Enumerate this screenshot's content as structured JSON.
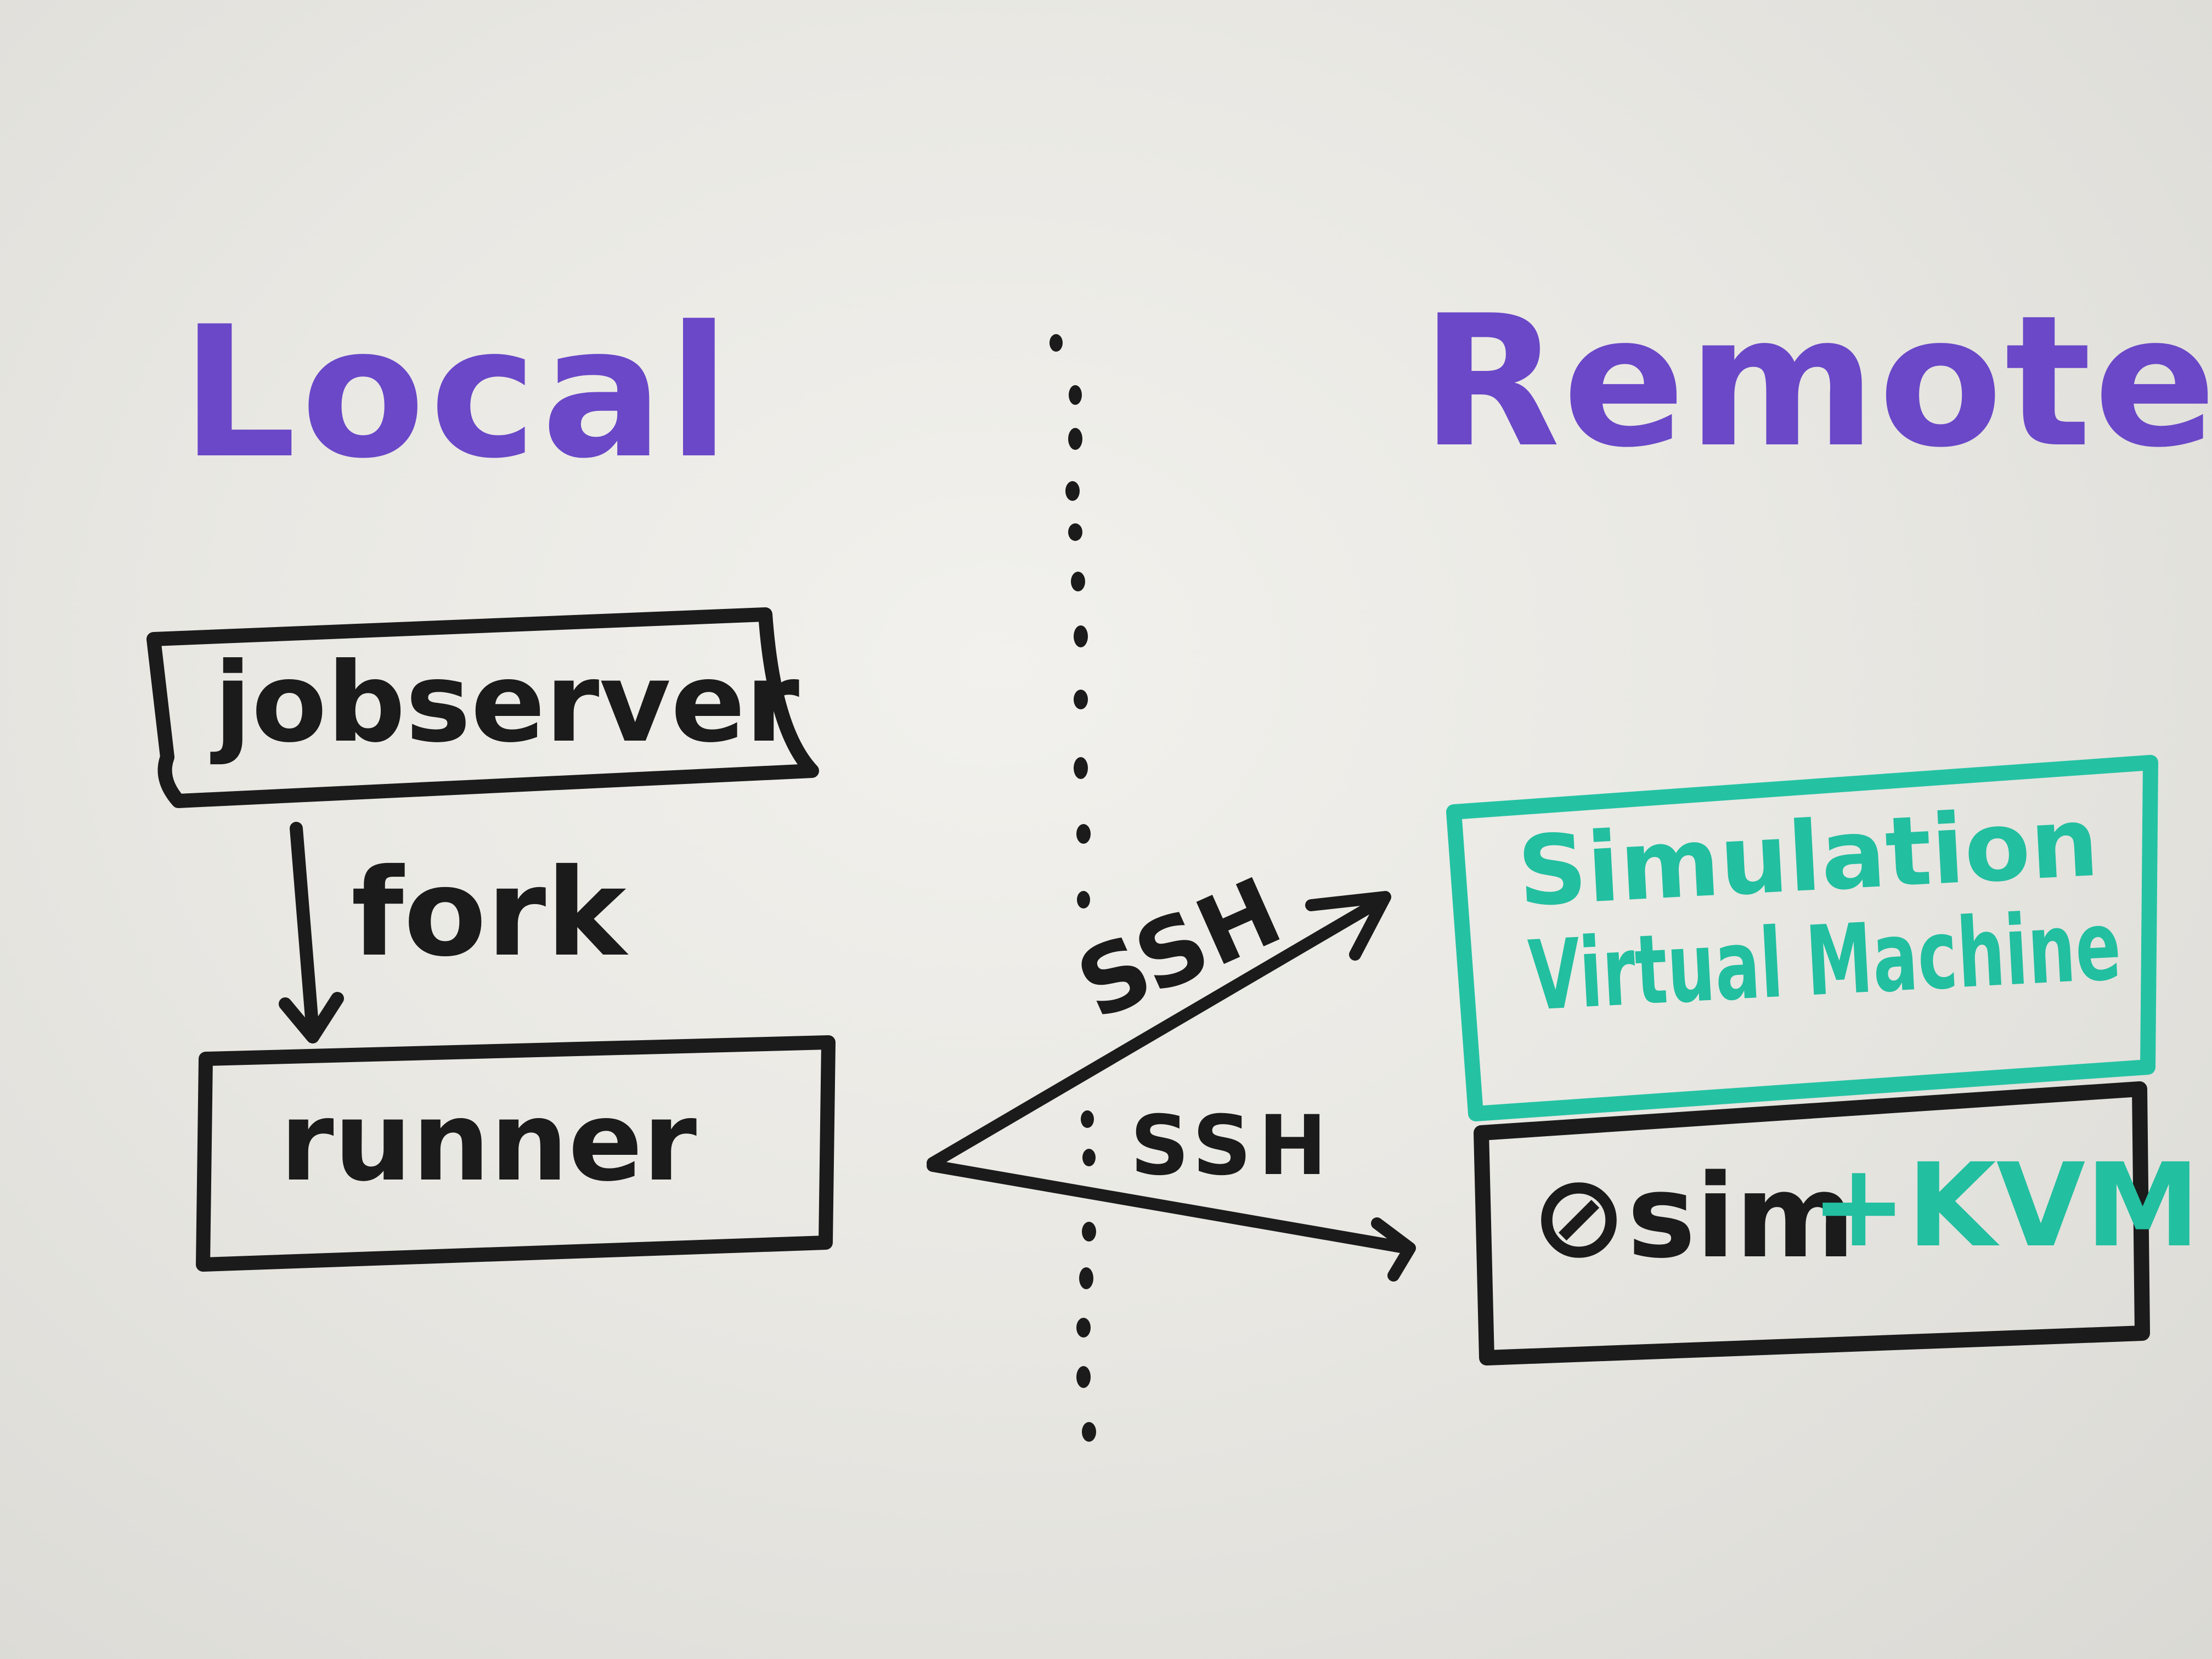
{
  "sections": {
    "local": "Local",
    "remote": "Remote"
  },
  "nodes": {
    "jobserver": "jobserver",
    "runner": "runner",
    "vm_line1": "Simulation",
    "vm_line2": "Virtual Machine",
    "osim": "⊘sim",
    "kvm": "+KVM"
  },
  "edges": {
    "fork": "fork",
    "ssh_upper": "SSH",
    "ssh_lower": "SSH"
  },
  "colors": {
    "marker_purple": "#6a48c8",
    "marker_black": "#1b1b1b",
    "marker_teal": "#22bfa0"
  }
}
